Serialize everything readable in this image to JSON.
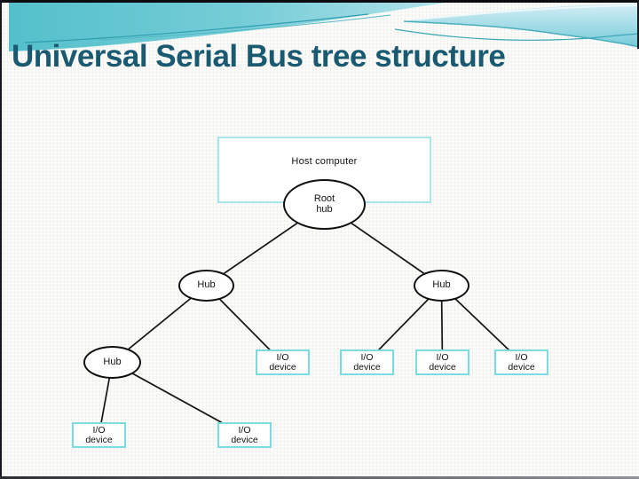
{
  "title": "Universal Serial Bus tree structure",
  "diagram": {
    "host_label": "Host computer",
    "root_hub": {
      "line1": "Root",
      "line2": "hub"
    },
    "hubs": [
      {
        "label": "Hub"
      },
      {
        "label": "Hub"
      },
      {
        "label": "Hub"
      }
    ],
    "io_devices": [
      {
        "line1": "I/O",
        "line2": "device"
      },
      {
        "line1": "I/O",
        "line2": "device"
      },
      {
        "line1": "I/O",
        "line2": "device"
      },
      {
        "line1": "I/O",
        "line2": "device"
      },
      {
        "line1": "I/O",
        "line2": "device"
      },
      {
        "line1": "I/O",
        "line2": "device"
      }
    ]
  },
  "colors": {
    "title_text": "#1a5a71",
    "wave_teal": "#54c0cb",
    "wave_light_blue": "#d5eef6",
    "device_box_border": "#79dce0",
    "host_box_border": "#a9e6ea",
    "connector": "#141414"
  }
}
